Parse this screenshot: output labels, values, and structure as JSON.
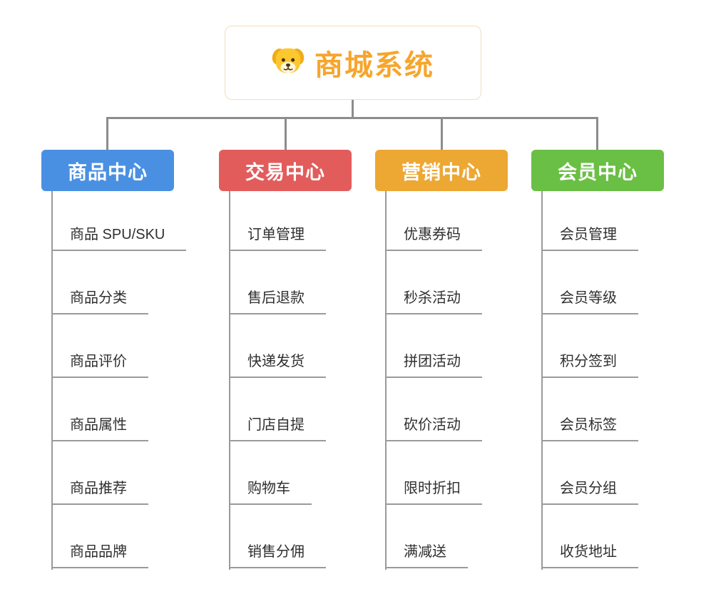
{
  "root": {
    "title": "商城系统",
    "icon": "dog-icon"
  },
  "branches": [
    {
      "label": "商品中心",
      "color": "#4a90e2",
      "children": [
        "商品 SPU/SKU",
        "商品分类",
        "商品评价",
        "商品属性",
        "商品推荐",
        "商品品牌"
      ]
    },
    {
      "label": "交易中心",
      "color": "#e25c5c",
      "children": [
        "订单管理",
        "售后退款",
        "快递发货",
        "门店自提",
        "购物车",
        "销售分佣"
      ]
    },
    {
      "label": "营销中心",
      "color": "#eda733",
      "children": [
        "优惠券码",
        "秒杀活动",
        "拼团活动",
        "砍价活动",
        "限时折扣",
        "满减送"
      ]
    },
    {
      "label": "会员中心",
      "color": "#6abf45",
      "children": [
        "会员管理",
        "会员等级",
        "积分签到",
        "会员标签",
        "会员分组",
        "收货地址"
      ]
    }
  ],
  "colors": {
    "connector": "#8c8c8c",
    "child_line": "#9a9a9a",
    "root_border": "#f3ddbb",
    "root_text": "#f7a52c",
    "child_text": "#2f2f2f"
  }
}
